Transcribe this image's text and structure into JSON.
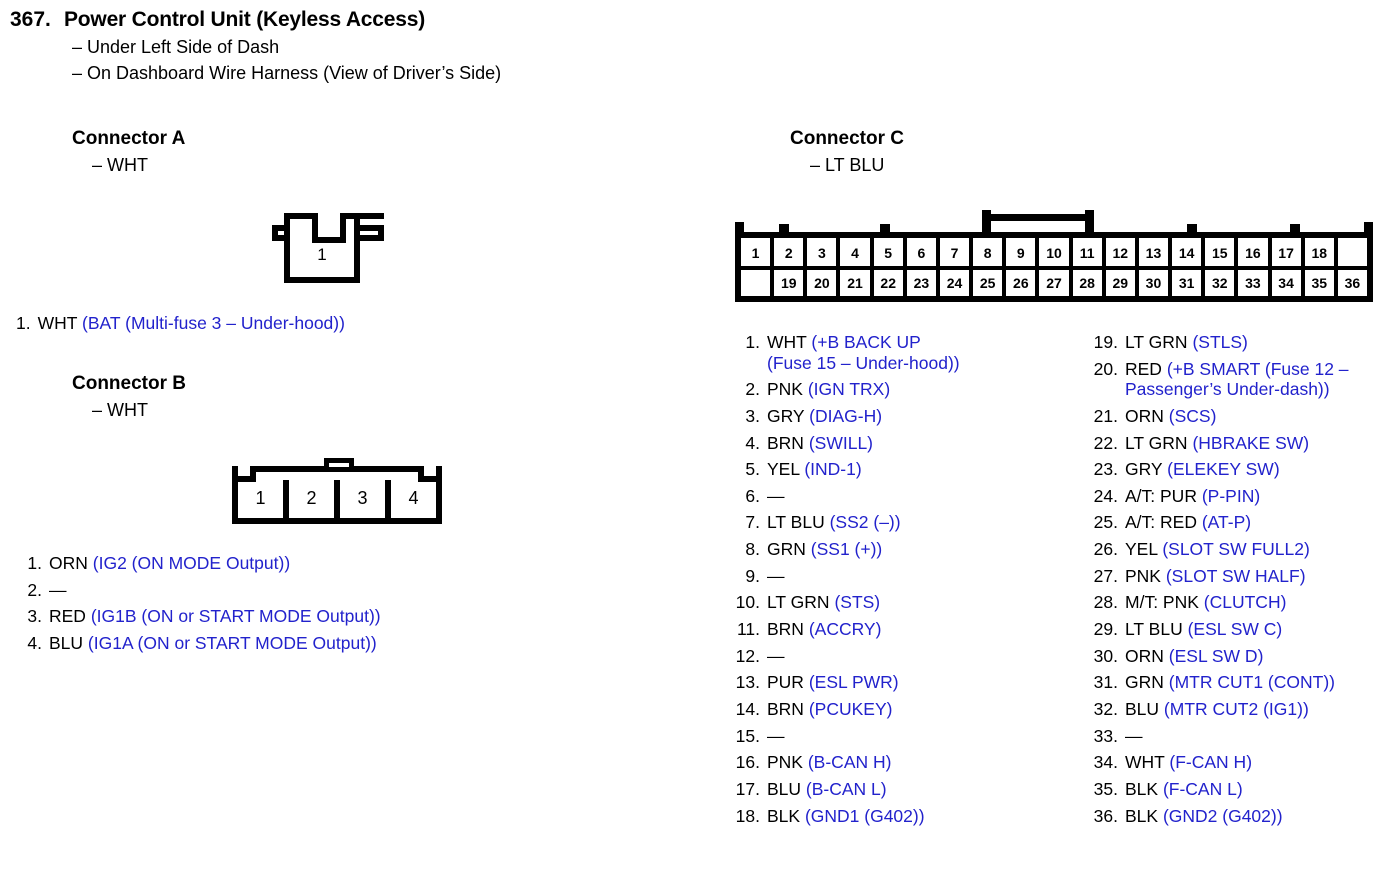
{
  "header": {
    "number": "367.",
    "title": "Power Control Unit (Keyless Access)",
    "sub1": "– Under Left Side of Dash",
    "sub2": "– On Dashboard Wire Harness (View of Driver’s Side)"
  },
  "colors": {
    "text": "#000000",
    "signal_blue": "#2222cc"
  },
  "connector_a": {
    "title": "Connector A",
    "wire_color": "– WHT",
    "diagram": {
      "cells": [
        "1"
      ]
    },
    "pins": [
      {
        "num": "1.",
        "wire": "WHT",
        "signal": "(BAT (Multi-fuse 3 – Under-hood))"
      }
    ]
  },
  "connector_b": {
    "title": "Connector B",
    "wire_color": "– WHT",
    "diagram": {
      "cells": [
        "1",
        "2",
        "3",
        "4"
      ]
    },
    "pins": [
      {
        "num": "1.",
        "wire": "ORN",
        "signal": "(IG2 (ON MODE Output))"
      },
      {
        "num": "2.",
        "wire": "—",
        "signal": ""
      },
      {
        "num": "3.",
        "wire": "RED",
        "signal": "(IG1B (ON or START MODE Output))"
      },
      {
        "num": "4.",
        "wire": "BLU",
        "signal": "(IG1A (ON or START MODE Output))"
      }
    ]
  },
  "connector_c": {
    "title": "Connector C",
    "wire_color": "– LT BLU",
    "diagram": {
      "top_row": [
        "1",
        "2",
        "3",
        "4",
        "5",
        "6",
        "7",
        "8",
        "9",
        "10",
        "11",
        "12",
        "13",
        "14",
        "15",
        "16",
        "17",
        "18",
        ""
      ],
      "bottom_row": [
        "",
        "19",
        "20",
        "21",
        "22",
        "23",
        "24",
        "25",
        "26",
        "27",
        "28",
        "29",
        "30",
        "31",
        "32",
        "33",
        "34",
        "35",
        "36"
      ]
    },
    "pins_left": [
      {
        "num": "1.",
        "wire": "WHT",
        "signal": "(+B BACK UP",
        "signal2": "(Fuse 15 – Under-hood))"
      },
      {
        "num": "2.",
        "wire": "PNK",
        "signal": "(IGN TRX)"
      },
      {
        "num": "3.",
        "wire": "GRY",
        "signal": "(DIAG-H)"
      },
      {
        "num": "4.",
        "wire": "BRN",
        "signal": "(SWILL)"
      },
      {
        "num": "5.",
        "wire": "YEL",
        "signal": "(IND-1)"
      },
      {
        "num": "6.",
        "wire": "—",
        "signal": ""
      },
      {
        "num": "7.",
        "wire": "LT BLU",
        "signal": "(SS2 (–))"
      },
      {
        "num": "8.",
        "wire": "GRN",
        "signal": "(SS1 (+))"
      },
      {
        "num": "9.",
        "wire": "—",
        "signal": ""
      },
      {
        "num": "10.",
        "wire": "LT GRN",
        "signal": "(STS)"
      },
      {
        "num": "11.",
        "wire": "BRN",
        "signal": "(ACCRY)"
      },
      {
        "num": "12.",
        "wire": "—",
        "signal": ""
      },
      {
        "num": "13.",
        "wire": "PUR",
        "signal": "(ESL PWR)"
      },
      {
        "num": "14.",
        "wire": "BRN",
        "signal": "(PCUKEY)"
      },
      {
        "num": "15.",
        "wire": "—",
        "signal": ""
      },
      {
        "num": "16.",
        "wire": "PNK",
        "signal": "(B-CAN H)"
      },
      {
        "num": "17.",
        "wire": "BLU",
        "signal": "(B-CAN L)"
      },
      {
        "num": "18.",
        "wire": "BLK",
        "signal": "(GND1 (G402))"
      }
    ],
    "pins_right": [
      {
        "num": "19.",
        "wire": "LT GRN",
        "signal": "(STLS)"
      },
      {
        "num": "20.",
        "wire": "RED",
        "signal": "(+B SMART (Fuse 12 –",
        "signal2": "Passenger’s Under-dash))"
      },
      {
        "num": "21.",
        "wire": "ORN",
        "signal": "(SCS)"
      },
      {
        "num": "22.",
        "wire": "LT GRN",
        "signal": "(HBRAKE SW)"
      },
      {
        "num": "23.",
        "wire": "GRY",
        "signal": "(ELEKEY SW)"
      },
      {
        "num": "24.",
        "wire": "A/T: PUR",
        "signal": "(P-PIN)"
      },
      {
        "num": "25.",
        "wire": "A/T: RED",
        "signal": "(AT-P)"
      },
      {
        "num": "26.",
        "wire": "YEL",
        "signal": "(SLOT SW FULL2)"
      },
      {
        "num": "27.",
        "wire": "PNK",
        "signal": "(SLOT SW HALF)"
      },
      {
        "num": "28.",
        "wire": "M/T: PNK",
        "signal": "(CLUTCH)"
      },
      {
        "num": "29.",
        "wire": "LT BLU",
        "signal": "(ESL SW C)"
      },
      {
        "num": "30.",
        "wire": "ORN",
        "signal": "(ESL SW D)"
      },
      {
        "num": "31.",
        "wire": "GRN",
        "signal": "(MTR CUT1 (CONT))"
      },
      {
        "num": "32.",
        "wire": "BLU",
        "signal": "(MTR CUT2 (IG1))"
      },
      {
        "num": "33.",
        "wire": "—",
        "signal": ""
      },
      {
        "num": "34.",
        "wire": "WHT",
        "signal": "(F-CAN H)"
      },
      {
        "num": "35.",
        "wire": "BLK",
        "signal": "(F-CAN L)"
      },
      {
        "num": "36.",
        "wire": "BLK",
        "signal": "(GND2 (G402))"
      }
    ]
  }
}
